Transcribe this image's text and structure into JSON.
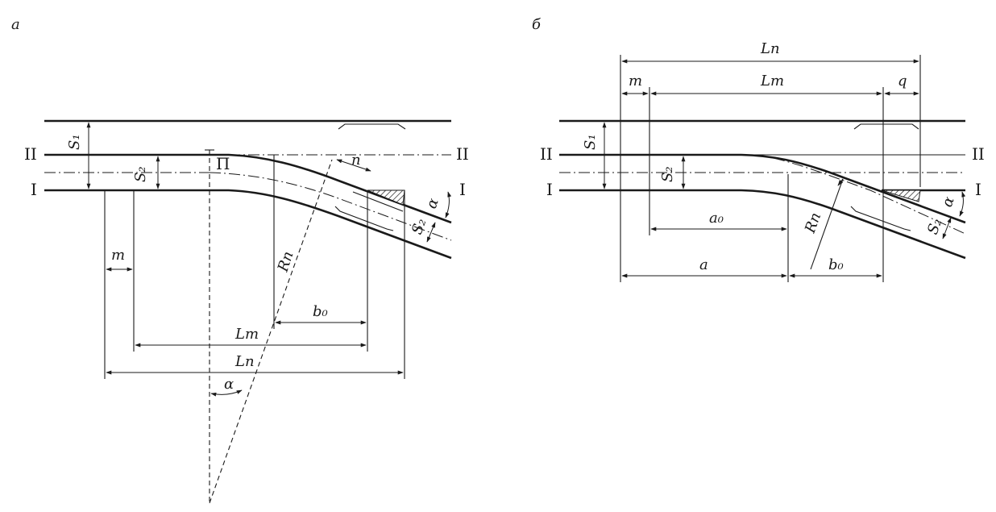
{
  "panel_a": {
    "tag": "а",
    "track_I": "I",
    "track_II": "II",
    "track_II_right": "II",
    "track_I_right": "I",
    "point_II": "П",
    "s1": "S₁",
    "s2": "S₂",
    "s2_branch": "S₂",
    "m": "m",
    "n": "n",
    "r": "Rп",
    "b0": "b₀",
    "lt": "Lт",
    "lp": "Lп",
    "alpha_right": "α",
    "alpha_bottom": "α"
  },
  "panel_b": {
    "tag": "б",
    "track_I": "I",
    "track_II": "II",
    "track_II_right": "II",
    "track_I_right": "I",
    "s1": "S₁",
    "s2": "S₂",
    "s2_branch": "S₂",
    "m": "m",
    "q": "q",
    "lp": "Lп",
    "lt": "Lт",
    "a0": "a₀",
    "a": "a",
    "r": "Rп",
    "b0": "b₀",
    "alpha": "α"
  }
}
